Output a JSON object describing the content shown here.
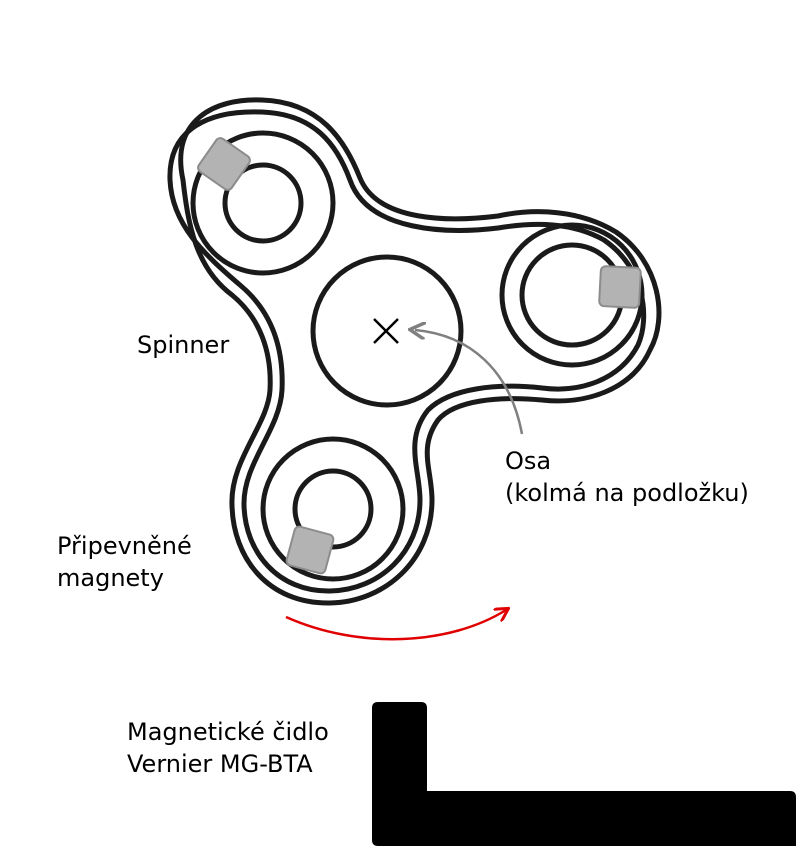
{
  "labels": {
    "spinner": "Spinner",
    "axis_line1": "Osa",
    "axis_line2": "(kolmá na podložku)",
    "magnets_line1": "Připevněné",
    "magnets_line2": "magnety",
    "sensor_line1": "Magnetické čidlo",
    "sensor_line2": "Vernier MG-BTA"
  },
  "colors": {
    "outline": "#1a1a1a",
    "magnet_fill": "#b3b3b3",
    "magnet_stroke": "#8c8c8c",
    "axis_arrow": "#808080",
    "rotation_arrow": "#e00000",
    "sensor": "#000000"
  }
}
